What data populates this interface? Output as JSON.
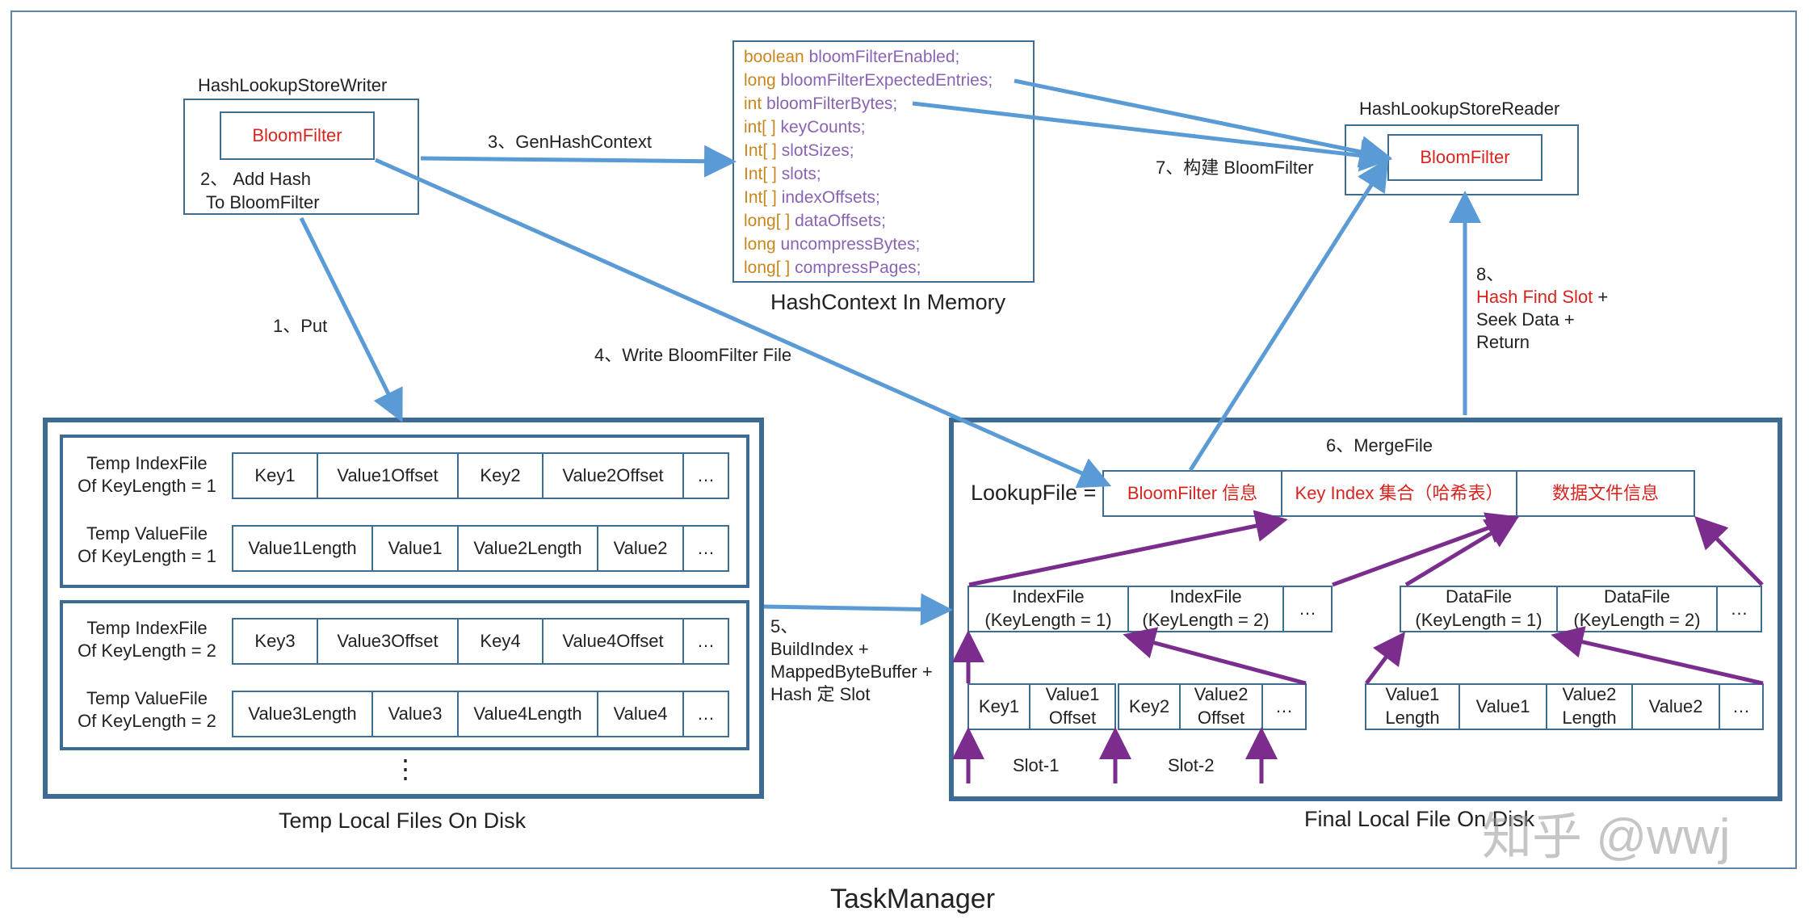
{
  "writer": {
    "title": "HashLookupStoreWriter",
    "bloom": "BloomFilter",
    "step2_line1": "2、 Add Hash",
    "step2_line2": "To BloomFilter"
  },
  "reader": {
    "title": "HashLookupStoreReader",
    "bloom": "BloomFilter"
  },
  "hash_context": {
    "title": "HashContext In Memory",
    "fields": [
      {
        "type": "boolean",
        "name": "bloomFilterEnabled;"
      },
      {
        "type": "long",
        "name": "bloomFilterExpectedEntries;"
      },
      {
        "type": "int",
        "name": "bloomFilterBytes;"
      },
      {
        "type": "int[ ]",
        "name": "keyCounts;"
      },
      {
        "type": "Int[ ]",
        "name": "slotSizes;"
      },
      {
        "type": "Int[ ]",
        "name": "slots;"
      },
      {
        "type": "Int[ ]",
        "name": "indexOffsets;"
      },
      {
        "type": "long[ ]",
        "name": "dataOffsets;"
      },
      {
        "type": "long",
        "name": "uncompressBytes;"
      },
      {
        "type": "long[ ]",
        "name": "compressPages;"
      }
    ]
  },
  "steps": {
    "s1": "1、Put",
    "s3": "3、GenHashContext",
    "s4": "4、Write BloomFilter File",
    "s5_a": "5、",
    "s5_b": "BuildIndex +",
    "s5_c": "MappedByteBuffer +",
    "s5_d": "Hash 定 Slot",
    "s6": "6、MergeFile",
    "s7": "7、构建 BloomFilter",
    "s8_a": "8、",
    "s8_b": "Hash Find Slot",
    "s8_b2": " +",
    "s8_c": "Seek Data +",
    "s8_d": "Return"
  },
  "temp": {
    "title": "Temp Local Files On Disk",
    "groups": [
      {
        "index_label_1": "Temp IndexFile",
        "index_label_2": "Of KeyLength = 1",
        "value_label_1": "Temp ValueFile",
        "value_label_2": "Of KeyLength = 1",
        "index_cells": [
          "Key1",
          "Value1Offset",
          "Key2",
          "Value2Offset",
          "…"
        ],
        "value_cells": [
          "Value1Length",
          "Value1",
          "Value2Length",
          "Value2",
          "…"
        ]
      },
      {
        "index_label_1": "Temp IndexFile",
        "index_label_2": "Of KeyLength = 2",
        "value_label_1": "Temp ValueFile",
        "value_label_2": "Of KeyLength = 2",
        "index_cells": [
          "Key3",
          "Value3Offset",
          "Key4",
          "Value4Offset",
          "…"
        ],
        "value_cells": [
          "Value3Length",
          "Value3",
          "Value4Length",
          "Value4",
          "…"
        ]
      }
    ],
    "more": "⋮"
  },
  "final": {
    "title": "Final Local File On Disk",
    "lookup_label": "LookupFile =",
    "lookup_cells": [
      "BloomFilter 信息",
      "Key Index 集合（哈希表）",
      "数据文件信息"
    ],
    "index_files": [
      {
        "line1": "IndexFile",
        "line2": "(KeyLength = 1)"
      },
      {
        "line1": "IndexFile",
        "line2": "(KeyLength = 2)"
      }
    ],
    "data_files": [
      {
        "line1": "DataFile",
        "line2": "(KeyLength = 1)"
      },
      {
        "line1": "DataFile",
        "line2": "(KeyLength = 2)"
      }
    ],
    "more": "…",
    "slot_cells": [
      {
        "line1": "Key1",
        "line2": ""
      },
      {
        "line1": "Value1",
        "line2": "Offset"
      },
      {
        "line1": "Key2",
        "line2": ""
      },
      {
        "line1": "Value2",
        "line2": "Offset"
      }
    ],
    "value_cells": [
      {
        "line1": "Value1",
        "line2": "Length"
      },
      {
        "line1": "Value1",
        "line2": ""
      },
      {
        "line1": "Value2",
        "line2": "Length"
      },
      {
        "line1": "Value2",
        "line2": ""
      }
    ],
    "slot1": "Slot-1",
    "slot2": "Slot-2"
  },
  "outer_title": "TaskManager",
  "watermark": "知乎 @wwj",
  "colors": {
    "blue_arrow": "#5b9bd5",
    "purple_arrow": "#7b2d8e",
    "frame": "#3e6b94",
    "red": "#d8241f"
  }
}
